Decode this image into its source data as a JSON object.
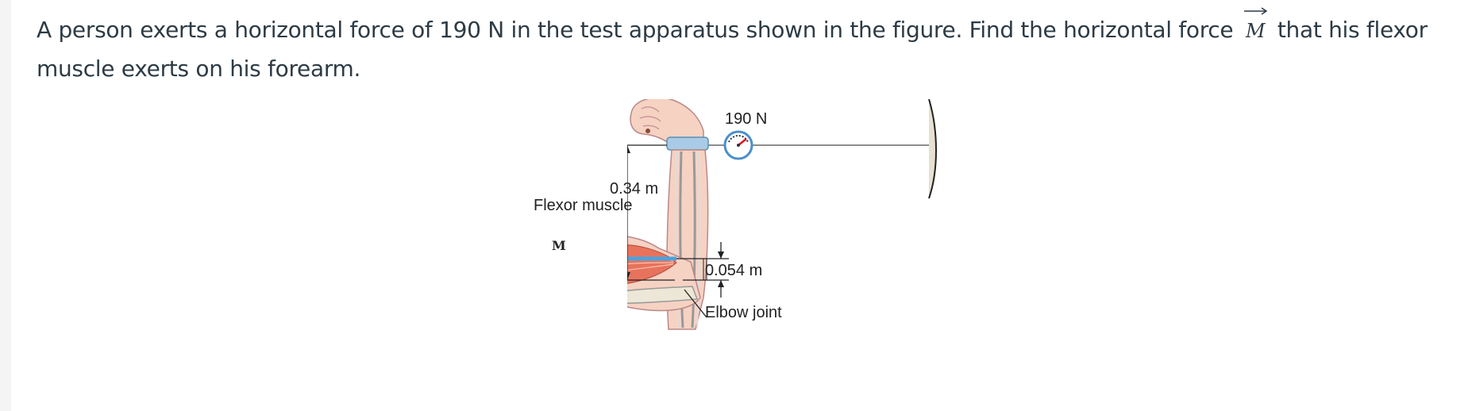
{
  "question": {
    "text_before": "A person exerts a horizontal force of 190 N in the test apparatus shown in the figure. Find the horizontal force",
    "vector_symbol": "M",
    "text_after": "that his flexor muscle exerts on his forearm."
  },
  "figure": {
    "labels": {
      "force": "190 N",
      "upper_distance": "0.34 m",
      "flexor": "Flexor muscle",
      "lower_distance": "0.054 m",
      "elbow": "Elbow joint",
      "vector": "M"
    },
    "colors": {
      "skin": "#f6d2c3",
      "muscle": "#e8735c",
      "arrow": "#4aa3df",
      "cuff": "#a9cbe6"
    }
  }
}
